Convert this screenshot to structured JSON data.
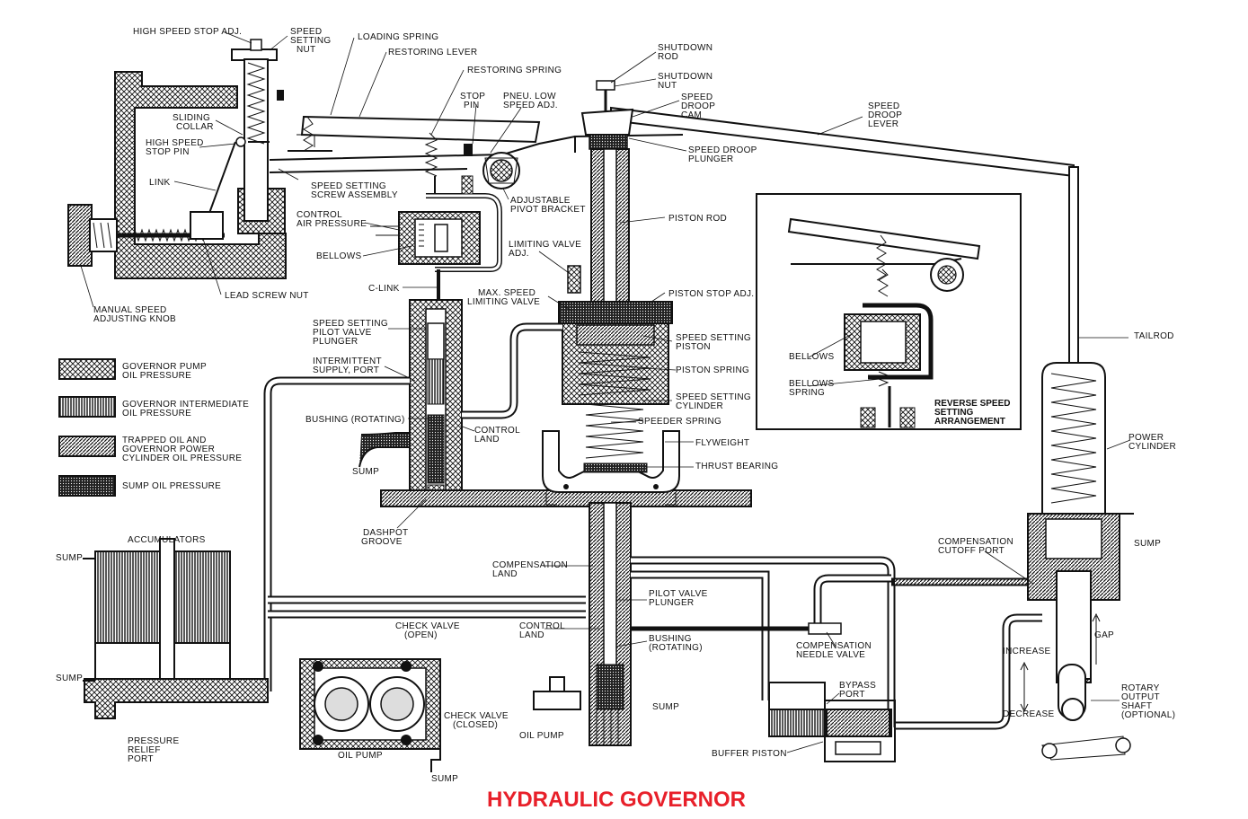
{
  "title": "HYDRAULIC GOVERNOR",
  "legend": [
    {
      "key": "governor_pump",
      "lines": [
        "GOVERNOR PUMP",
        "OIL PRESSURE"
      ]
    },
    {
      "key": "governor_intermediate",
      "lines": [
        "GOVERNOR INTERMEDIATE",
        "OIL PRESSURE"
      ]
    },
    {
      "key": "trapped_oil",
      "lines": [
        "TRAPPED OIL AND",
        "GOVERNOR POWER",
        "CYLINDER OIL PRESSURE"
      ]
    },
    {
      "key": "sump_oil",
      "lines": [
        "SUMP OIL PRESSURE"
      ]
    }
  ],
  "labels": {
    "high_speed_stop_adj": "HIGH SPEED  STOP ADJ.",
    "speed_setting_nut": [
      "SPEED",
      "SETTING",
      "NUT"
    ],
    "loading_spring": "LOADING SPRING",
    "restoring_lever": "RESTORING LEVER",
    "restoring_spring": "RESTORING SPRING",
    "stop_pin": [
      "STOP",
      "PIN"
    ],
    "pneu_low_speed_adj": [
      "PNEU. LOW",
      "SPEED ADJ."
    ],
    "shutdown_rod": [
      "SHUTDOWN",
      "ROD"
    ],
    "shutdown_nut": [
      "SHUTDOWN",
      "NUT"
    ],
    "speed_droop_cam": [
      "SPEED",
      "DROOP",
      "CAM"
    ],
    "speed_droop_lever": [
      "SPEED",
      "DROOP",
      "LEVER"
    ],
    "speed_droop_plunger": [
      "SPEED DROOP",
      "PLUNGER"
    ],
    "sliding_collar": [
      "SLIDING",
      "COLLAR"
    ],
    "high_speed_stop_pin": [
      "HIGH SPEED",
      "STOP PIN"
    ],
    "link": "LINK",
    "speed_setting_screw_assembly": [
      "SPEED SETTING",
      "SCREW ASSEMBLY"
    ],
    "adjustable_pivot_bracket": [
      "ADJUSTABLE",
      "PIVOT BRACKET"
    ],
    "control_air_pressure": [
      "CONTROL",
      "AIR PRESSURE"
    ],
    "bellows": "BELLOWS",
    "piston_rod": "PISTON ROD",
    "limiting_valve_adj": [
      "LIMITING VALVE",
      "ADJ."
    ],
    "lead_screw_nut": "LEAD SCREW NUT",
    "manual_speed_adjusting_knob": [
      "MANUAL SPEED",
      "ADJUSTING KNOB"
    ],
    "c_link": "C-LINK",
    "max_speed_limiting_valve": [
      "MAX. SPEED",
      "LIMITING VALVE"
    ],
    "piston_stop_adj": "PISTON STOP ADJ.",
    "speed_setting_pilot_valve_plunger": [
      "SPEED SETTING",
      "PILOT VALVE",
      "PLUNGER"
    ],
    "speed_setting_piston": [
      "SPEED SETTING",
      "PISTON"
    ],
    "intermittent_supply_port": [
      "INTERMITTENT",
      "SUPPLY, PORT"
    ],
    "piston_spring": "PISTON SPRING",
    "speed_setting_cylinder": [
      "SPEED SETTING",
      "CYLINDER"
    ],
    "bushing_rotating_top": "BUSHING (ROTATING)",
    "control_land_top": [
      "CONTROL",
      "LAND"
    ],
    "speeder_spring": "SPEEDER SPRING",
    "flyweight": "FLYWEIGHT",
    "thrust_bearing": "THRUST BEARING",
    "sump_left": "SUMP",
    "dashpot_groove": [
      "DASHPOT",
      "GROOVE"
    ],
    "accumulators": "ACCUMULATORS",
    "sump_acc_top": "SUMP",
    "sump_acc_bottom": "SUMP",
    "compensation_land": [
      "COMPENSATION",
      "LAND"
    ],
    "pilot_valve_plunger": [
      "PILOT VALVE",
      "PLUNGER"
    ],
    "control_land_bottom": [
      "CONTROL",
      "LAND"
    ],
    "bushing_rotating_bottom": [
      "BUSHING",
      "(ROTATING)"
    ],
    "check_valve_open": [
      "CHECK VALVE",
      "(OPEN)"
    ],
    "check_valve_closed": [
      "CHECK VALVE",
      "(CLOSED)"
    ],
    "oil_pump_body": "OIL PUMP",
    "oil_pump_right": "OIL PUMP",
    "sump_pump": "SUMP",
    "sump_center": "SUMP",
    "pressure_relief_port": [
      "PRESSURE",
      "RELIEF",
      "PORT"
    ],
    "compensation_needle_valve": [
      "COMPENSATION",
      "NEEDLE VALVE"
    ],
    "bypass_port": [
      "BYPASS",
      "PORT"
    ],
    "buffer_piston": "BUFFER PISTON",
    "compensation_cutoff_port": [
      "COMPENSATION",
      "CUTOFF PORT"
    ],
    "increase": "INCREASE",
    "decrease": "DECREASE",
    "gap": "GAP",
    "sump_right": "SUMP",
    "tailrod": "TAILROD",
    "power_cylinder": [
      "POWER",
      "CYLINDER"
    ],
    "rotary_output_shaft": [
      "ROTARY",
      "OUTPUT",
      "SHAFT",
      "(OPTIONAL)"
    ],
    "inset_bellows": "BELLOWS",
    "inset_bellows_spring": [
      "BELLOWS",
      "SPRING"
    ],
    "reverse_speed_setting": [
      "REVERSE SPEED",
      "SETTING",
      "ARRANGEMENT"
    ]
  }
}
